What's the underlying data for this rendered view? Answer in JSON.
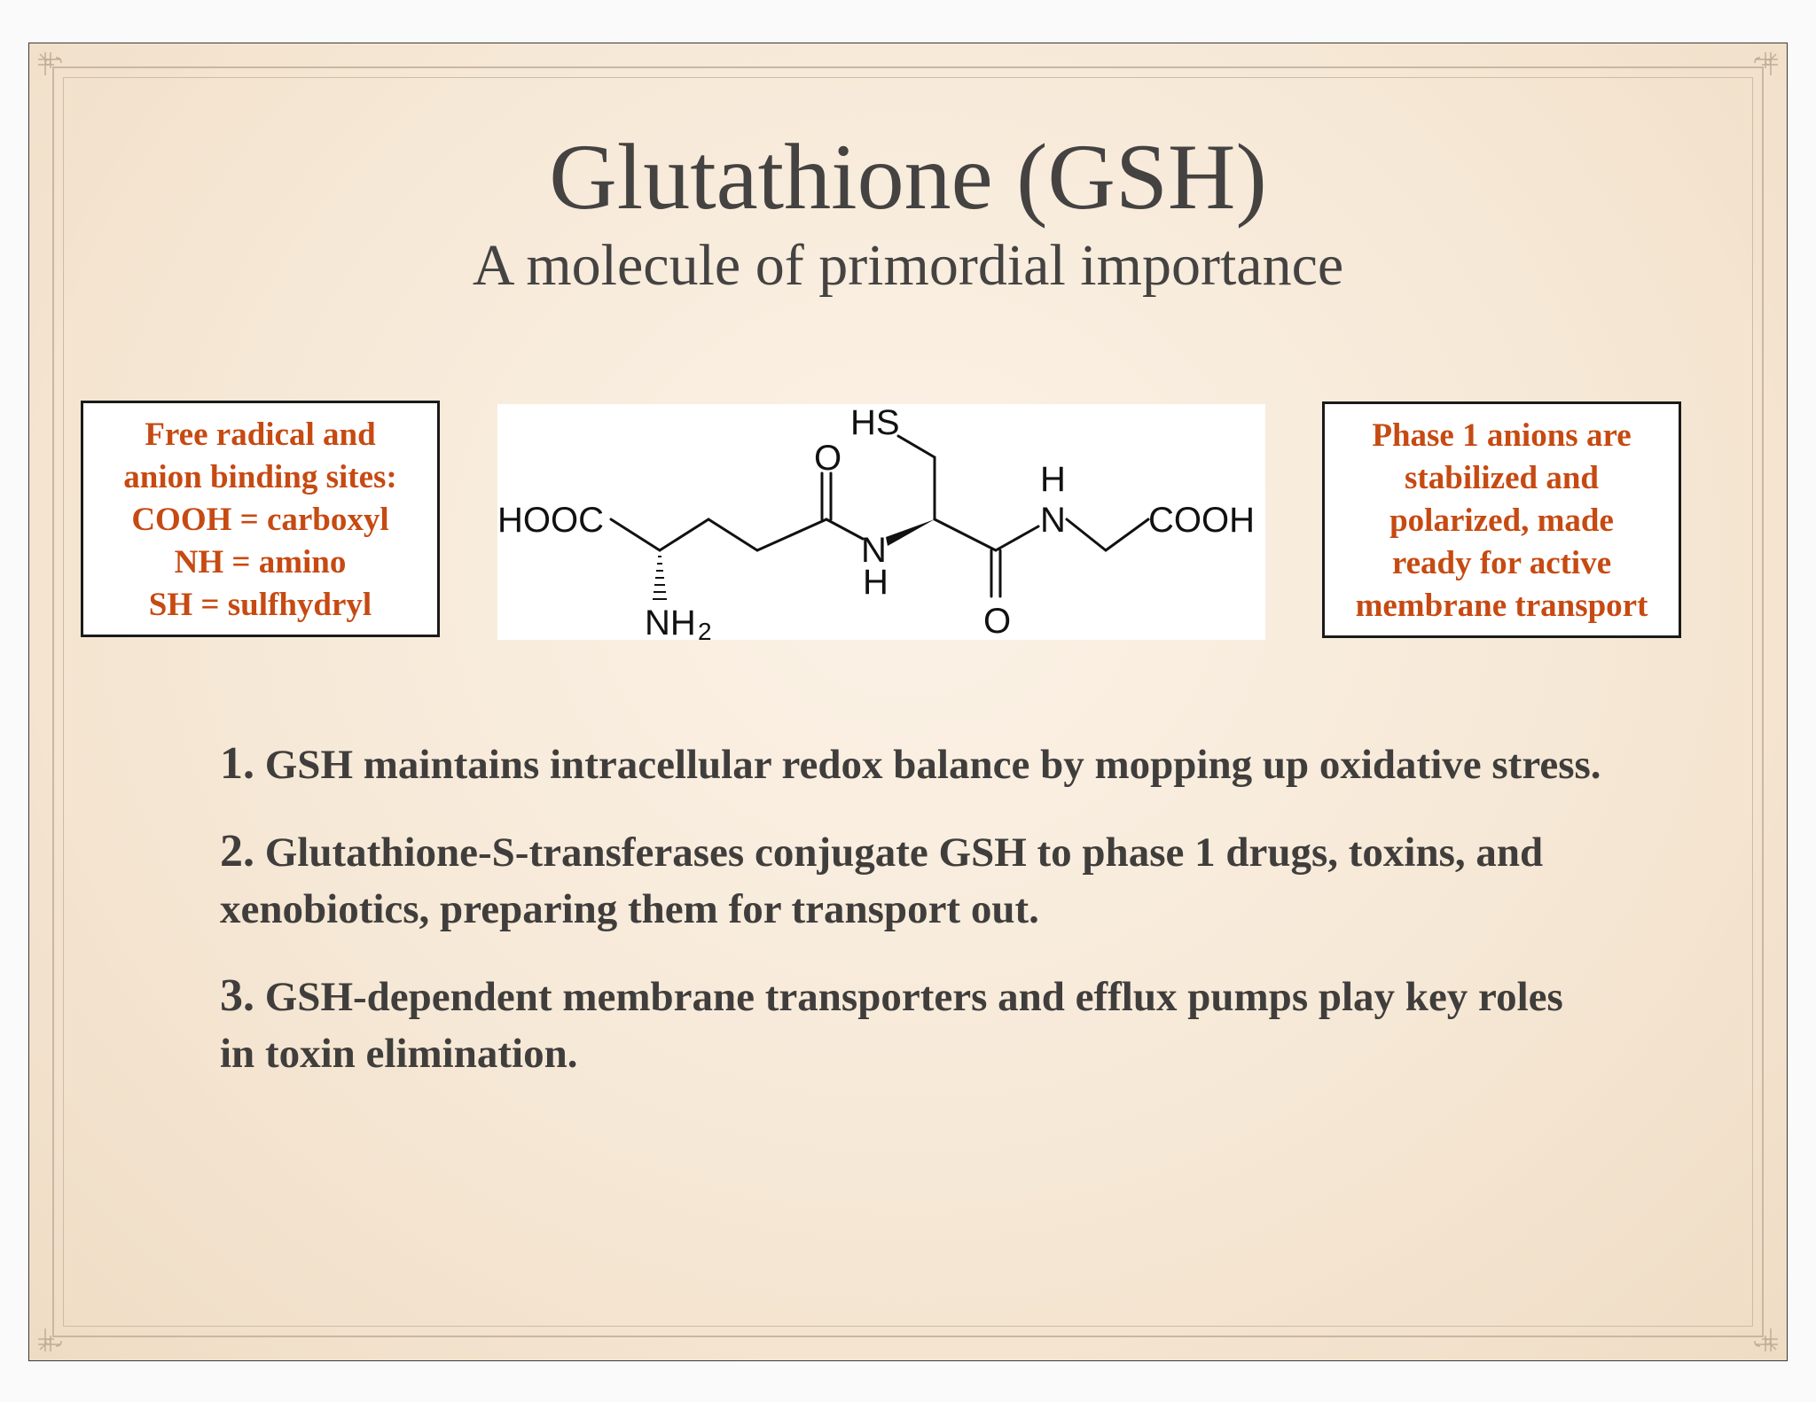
{
  "title": "Glutathione (GSH)",
  "subtitle": "A molecule of primordial importance",
  "left_callout": {
    "lines": [
      "Free radical and",
      "anion binding sites:",
      "COOH = carboxyl",
      "NH = amino",
      "SH = sulfhydryl"
    ]
  },
  "right_callout": {
    "lines": [
      "Phase 1 anions are",
      "stabilized and",
      "polarized,  made",
      "ready for active",
      "membrane transport"
    ]
  },
  "molecule": {
    "labels": {
      "hooc": "HOOC",
      "nh2": "NH",
      "nh2_sub": "2",
      "o_top": "O",
      "n_left": "N",
      "h_left": "H",
      "hs": "HS",
      "o_bottom": "O",
      "h_right": "H",
      "n_right": "N",
      "cooh": "COOH"
    }
  },
  "points": [
    {
      "num": "1.",
      "text": " GSH maintains intracellular redox balance by mopping up oxidative stress."
    },
    {
      "num": "2.",
      "text": " Glutathione-S-transferases conjugate GSH to phase 1 drugs, toxins, and xenobiotics, preparing them for transport out."
    },
    {
      "num": "3.",
      "text": " GSH-dependent membrane transporters and efflux pumps play key roles in toxin elimination."
    }
  ],
  "colors": {
    "callout_text": "#c64a12",
    "body_text": "#403e3c",
    "title_text": "#444342"
  }
}
